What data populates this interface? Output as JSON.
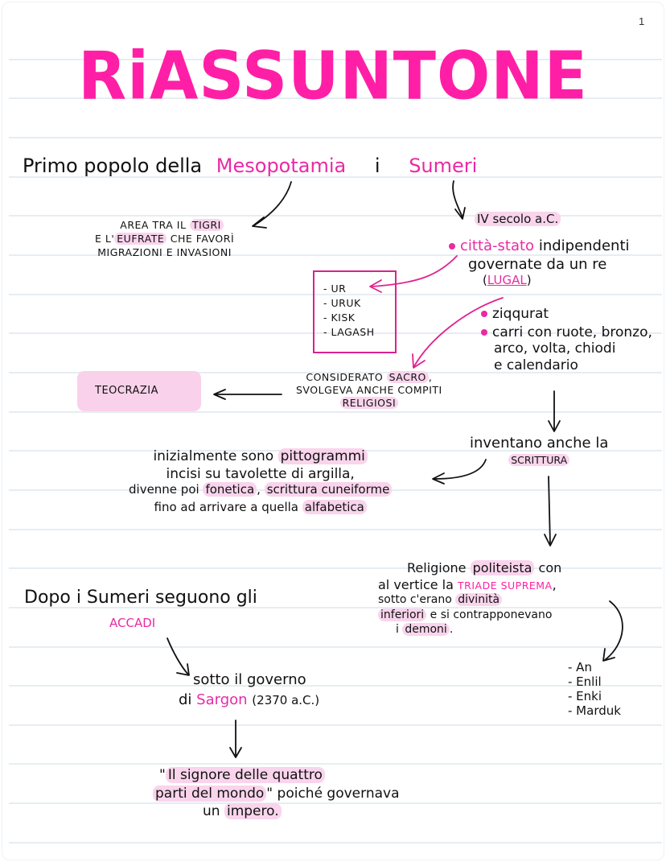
{
  "page": {
    "number": "1",
    "title": "RiASSUNTONE"
  },
  "colors": {
    "accent_pink": "#ff1fa6",
    "highlight_pink": "#f9d4ec",
    "ruled_line": "#e6edf3",
    "ink": "#111111"
  },
  "sumeri": {
    "intro": {
      "prefix": "Primo popolo della",
      "mesopotamia": "Mesopotamia",
      "connector": "i",
      "sumeri": "Sumeri"
    },
    "mesopotamia_note": {
      "line1_prefix": "AREA TRA IL",
      "line1_highlight": "TIGRI",
      "line2_prefix": "E L'",
      "line2_highlight": "EUFRATE",
      "line2_suffix": "CHE FAVORÌ",
      "line3": "MIGRAZIONI E INVASIONI"
    },
    "period": "IV secolo a.C.",
    "citta_stato": {
      "highlight": "città-stato",
      "line1_suffix": "indipendenti",
      "line2": "governate da un re",
      "lugal_open": "(",
      "lugal": "LUGAL",
      "lugal_close": ")"
    },
    "cities": [
      "- UR",
      "- URUK",
      "- KISK",
      "- LAGASH"
    ],
    "inventions": [
      "ziqqurat",
      "carri con ruote, bronzo,",
      "arco, volta, chiodi",
      "e calendario"
    ],
    "king_note": {
      "line1_prefix": "CONSIDERATO",
      "line1_highlight": "SACRO",
      "line1_suffix": ",",
      "line2": "SVOLGEVA ANCHE COMPITI",
      "line3_highlight": "RELIGIOSI"
    },
    "theocracy": "TEOCRAZIA",
    "writing": {
      "line1": "inventano anche la",
      "highlight": "SCRITTURA"
    },
    "writing_note": {
      "line1_prefix": "inizialmente sono",
      "line1_highlight": "pittogrammi",
      "line2": "incisi su tavolette di argilla,",
      "line3_prefix": "divenne poi",
      "line3_highlight1": "fonetica",
      "line3_mid": ",",
      "line3_highlight2": "scrittura cuneiforme",
      "line4_prefix": "fino ad arrivare a quella",
      "line4_highlight": "alfabetica"
    },
    "religion": {
      "line1_prefix": "Religione",
      "line1_highlight": "politeista",
      "line1_suffix": "con",
      "line2_prefix": "al vertice la",
      "line2_highlight": "TRIADE SUPREMA",
      "line2_suffix": ",",
      "line3_prefix": "sotto c'erano",
      "line3_highlight": "divinità",
      "line4_highlight": "inferiori",
      "line4_suffix": "e si contrapponevano",
      "line5_prefix": "i",
      "line5_highlight": "demoni",
      "line5_suffix": "."
    },
    "triad": [
      "- An",
      "- Enlil",
      "- Enki",
      "- Marduk"
    ]
  },
  "accadi": {
    "intro": "Dopo i Sumeri seguono gli",
    "name": "ACCADI",
    "govern_line1": "sotto il governo",
    "govern_prefix": "di",
    "sargon": "Sargon",
    "date": "(2370 a.C.)",
    "quote": {
      "line1_open": "\"",
      "line1_highlight": "Il signore delle quattro",
      "line2_highlight": "parti del mondo",
      "line2_close": "\"",
      "line2_suffix": "poiché governava",
      "line3_prefix": "un",
      "line3_highlight": "impero."
    }
  }
}
